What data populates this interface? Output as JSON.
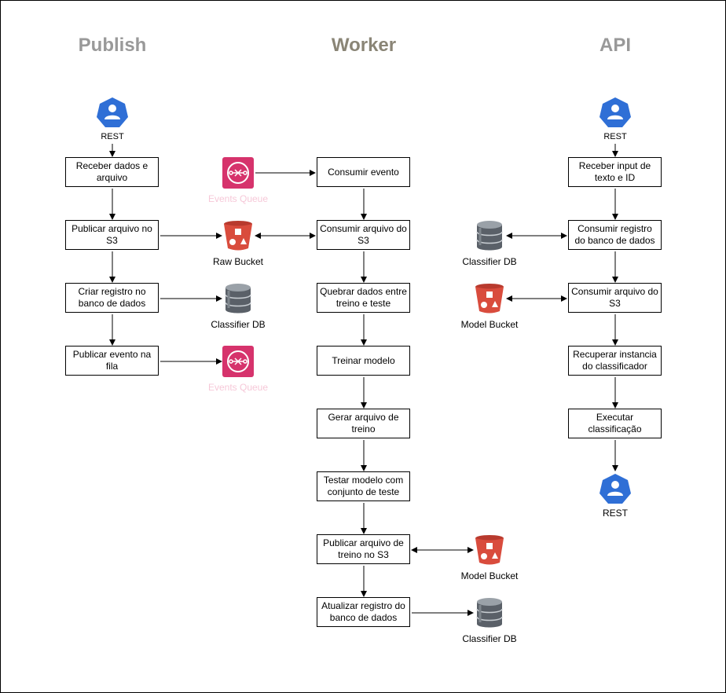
{
  "columns": {
    "publish": {
      "title": "Publish",
      "color": "#999999"
    },
    "worker": {
      "title": "Worker",
      "color": "#8a8576"
    },
    "api": {
      "title": "API",
      "color": "#999999"
    }
  },
  "colors": {
    "rest_icon": "#2f6fd6",
    "sqs_icon": "#d6336c",
    "bucket_icon": "#d94c3d",
    "db_icon": "#4a5058",
    "faint_label": "#f6c8d8"
  },
  "icons": {
    "rest_icon": "kubernetes-user-icon",
    "sqs_icon": "aws-sqs-queue-icon",
    "bucket_icon": "aws-s3-bucket-icon",
    "db_icon": "database-icon"
  },
  "publish": {
    "rest_label": "REST",
    "steps": [
      "Receber dados e arquivo",
      "Publicar arquivo no S3",
      "Criar registro no banco de dados",
      "Publicar evento na fila"
    ],
    "raw_bucket_label": "Raw Bucket",
    "classifier_db_label": "Classifier DB",
    "events_queue_label": "Events Queue"
  },
  "worker": {
    "events_queue_label": "Events Queue",
    "steps": [
      "Consumir evento",
      "Consumir arquivo do S3",
      "Quebrar dados entre treino e teste",
      "Treinar modelo",
      "Gerar arquivo de treino",
      "Testar modelo com conjunto de teste",
      "Publicar arquivo de treino no S3",
      "Atualizar registro do banco de dados"
    ],
    "model_bucket_label": "Model Bucket",
    "classifier_db_label": "Classifier DB"
  },
  "api": {
    "rest_in_label": "REST",
    "steps": [
      "Receber input de texto e ID",
      "Consumir registro do banco de dados",
      "Consumir arquivo do S3",
      "Recuperar instancia do classificador",
      "Executar classificação"
    ],
    "classifier_db_label": "Classifier DB",
    "model_bucket_label": "Model Bucket",
    "rest_out_label": "REST"
  }
}
